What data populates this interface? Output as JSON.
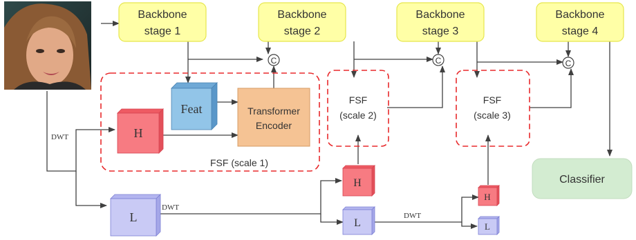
{
  "backbone": {
    "stage1": {
      "line1": "Backbone",
      "line2": "stage 1"
    },
    "stage2": {
      "line1": "Backbone",
      "line2": "stage 2"
    },
    "stage3": {
      "line1": "Backbone",
      "line2": "stage 3"
    },
    "stage4": {
      "line1": "Backbone",
      "line2": "stage 4"
    }
  },
  "concat_symbol": "C",
  "fsf1": {
    "label": "FSF (scale 1)",
    "feat": "Feat",
    "h": "H",
    "transformer": {
      "line1": "Transformer",
      "line2": "Encoder"
    }
  },
  "fsf2": {
    "line1": "FSF",
    "line2": "(scale 2)"
  },
  "fsf3": {
    "line1": "FSF",
    "line2": "(scale 3)"
  },
  "dwt_label": "DWT",
  "cubes": {
    "l1": "L",
    "h2": "H",
    "l2": "L",
    "h3": "H",
    "l3": "L"
  },
  "classifier": "Classifier",
  "colors": {
    "backbone_fill": "#ffffa6",
    "backbone_stroke": "#e6e64d",
    "fsf_border": "#e8292b",
    "transformer_fill": "#f5c394",
    "feat_fill": "#92c5e8",
    "h_fill": "#f77b82",
    "l_fill": "#c9caf5",
    "classifier_fill": "#d3ecd1",
    "arrow": "#404040"
  }
}
